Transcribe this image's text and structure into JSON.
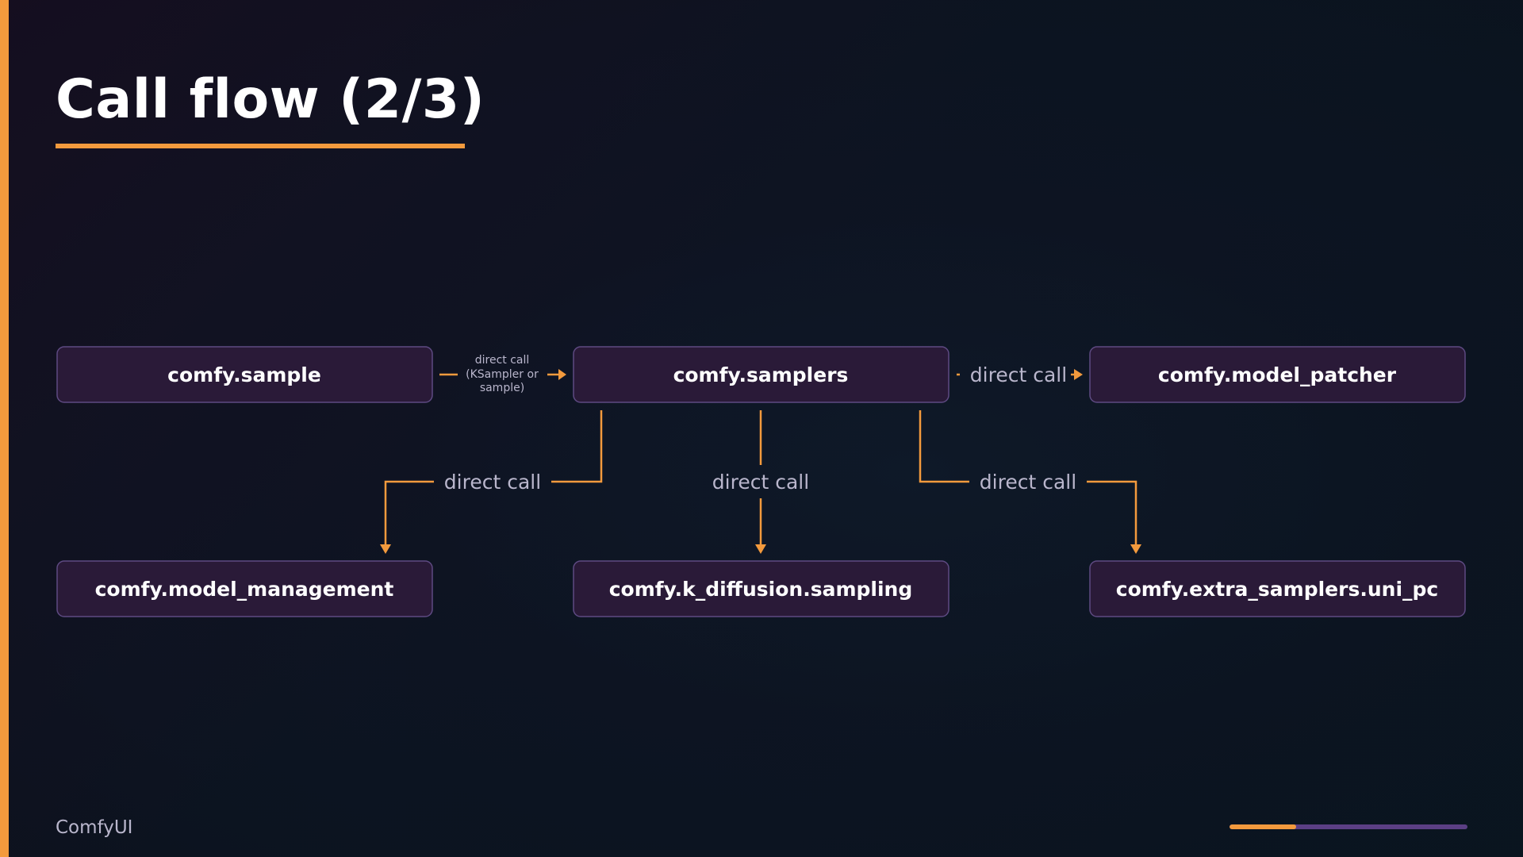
{
  "slide": {
    "title": "Call flow (2/3)",
    "footer": "ComfyUI",
    "progress": 0.28,
    "colors": {
      "accent": "#f39a3d",
      "node_fill": "#2a1a38",
      "node_border": "#5e4a82",
      "progress_track": "#5b3f84"
    }
  },
  "diagram": {
    "nodes": {
      "sample": "comfy.sample",
      "samplers": "comfy.samplers",
      "model_patcher": "comfy.model_patcher",
      "model_management": "comfy.model_management",
      "k_diffusion": "comfy.k_diffusion.sampling",
      "uni_pc": "comfy.extra_samplers.uni_pc"
    },
    "edges": {
      "sample_to_samplers": [
        "direct call",
        "(KSampler or",
        "sample)"
      ],
      "samplers_to_model_patcher": "direct call",
      "samplers_to_model_management": "direct call",
      "samplers_to_k_diffusion": "direct call",
      "samplers_to_uni_pc": "direct call"
    }
  }
}
